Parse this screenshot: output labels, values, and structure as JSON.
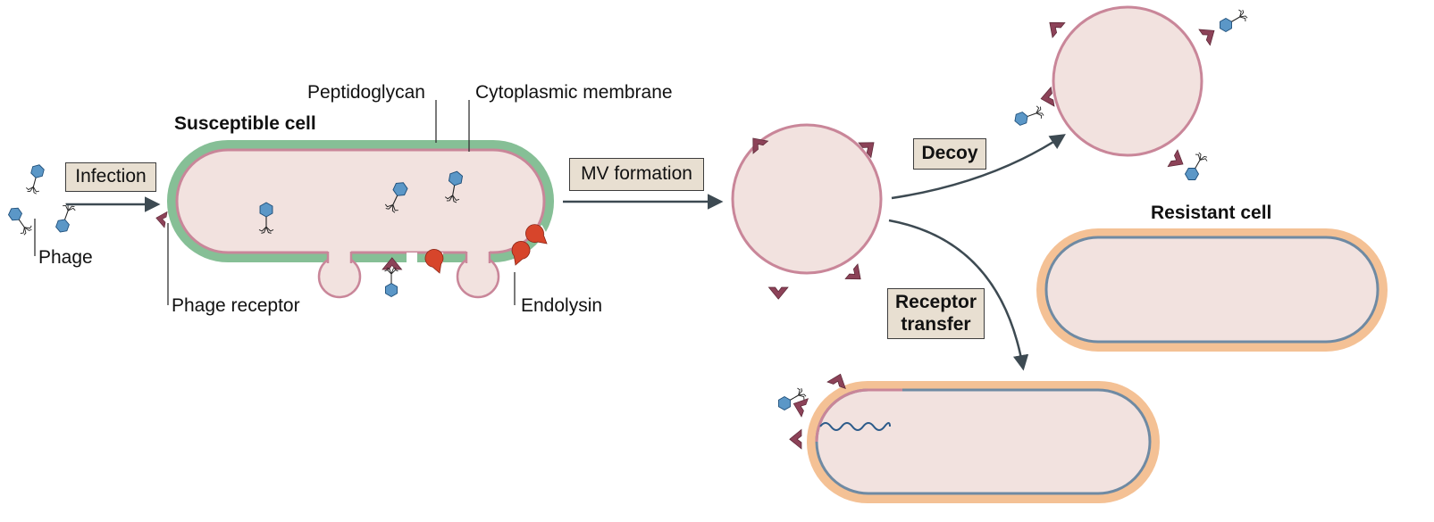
{
  "labels": {
    "susceptible_cell": "Susceptible cell",
    "peptidoglycan": "Peptidoglycan",
    "cytoplasmic_membrane": "Cytoplasmic membrane",
    "phage": "Phage",
    "phage_receptor": "Phage receptor",
    "endolysin": "Endolysin",
    "resistant_cell": "Resistant cell"
  },
  "boxes": {
    "infection": "Infection",
    "mv_formation": "MV formation",
    "decoy": "Decoy",
    "receptor_transfer_line1": "Receptor",
    "receptor_transfer_line2": "transfer"
  },
  "colors": {
    "peptidoglycan": "#86bf96",
    "cytoplasm": "#f2e2df",
    "membrane": "#c98699",
    "resistant_outer": "#f4c195",
    "resistant_membrane": "#6f8aa3",
    "receptor": "#8c4258",
    "phage_head": "#5b97c7",
    "endolysin": "#d7452b",
    "arrow": "#3d4a52",
    "label_box": "#e8dfd1"
  }
}
